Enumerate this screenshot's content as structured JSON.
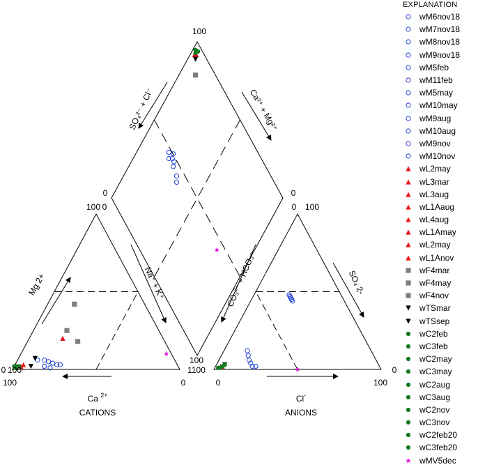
{
  "chart_data": {
    "type": "scatter",
    "subtype": "piper",
    "title": "",
    "legend_title": "EXPLANATION",
    "legend_placement": "right",
    "cation_label": "CATIONS",
    "anion_label": "ANIONS",
    "axis_labels": {
      "ca": "Ca",
      "ca_charge": "2+",
      "mg": "Mg",
      "mg_charge": "2+",
      "na_k": "Na⁺ + K⁺",
      "cl": "Cl",
      "cl_charge": "-",
      "so4": "SO₄",
      "so4_charge": "2-",
      "co3_hco3": "CO₃²⁻ + HCO₃⁻",
      "so4_cl": "SO₄²⁻ + Cl⁻",
      "ca_mg": "Ca²⁺ + Mg²⁺"
    },
    "tick_labels": {
      "cat_left_top": "100",
      "cat_left_bottom": "0",
      "cat_bottom_left": "100",
      "cat_bottom_right": "0",
      "an_left_bottom": "0",
      "an_bottom_right": "100",
      "an_right_top": "100",
      "an_right_bottom": "0",
      "dia_top": "100",
      "dia_left": "0",
      "dia_left_inner": "0",
      "dia_right": "0",
      "dia_bottom": "100",
      "cat_right_mid": "100",
      "an_left_mid": "0",
      "junction": "1100"
    },
    "series": [
      {
        "name": "wM6nov18",
        "marker": "circle",
        "color": "#1f3fd8"
      },
      {
        "name": "wM7nov18",
        "marker": "circle",
        "color": "#1f3fd8"
      },
      {
        "name": "wM8nov18",
        "marker": "circle",
        "color": "#1f3fd8"
      },
      {
        "name": "wM9nov18",
        "marker": "circle",
        "color": "#1f3fd8"
      },
      {
        "name": "wM5feb",
        "marker": "circle",
        "color": "#1f3fd8"
      },
      {
        "name": "wM11feb",
        "marker": "circle",
        "color": "#1f3fd8"
      },
      {
        "name": "wM5may",
        "marker": "circle",
        "color": "#1f3fd8"
      },
      {
        "name": "wM10may",
        "marker": "circle",
        "color": "#1f3fd8"
      },
      {
        "name": "wM9aug",
        "marker": "circle",
        "color": "#1f3fd8"
      },
      {
        "name": "wM10aug",
        "marker": "circle",
        "color": "#1f3fd8"
      },
      {
        "name": "wM9nov",
        "marker": "circle",
        "color": "#1f3fd8"
      },
      {
        "name": "wM10nov",
        "marker": "circle",
        "color": "#1f3fd8"
      },
      {
        "name": "wL2may",
        "marker": "triangle-up",
        "color": "#e8141b"
      },
      {
        "name": "wL3mar",
        "marker": "triangle-up",
        "color": "#e8141b"
      },
      {
        "name": "wL3aug",
        "marker": "triangle-up",
        "color": "#e8141b"
      },
      {
        "name": "wL1Aaug",
        "marker": "triangle-up",
        "color": "#e8141b"
      },
      {
        "name": "wL4aug",
        "marker": "triangle-up",
        "color": "#e8141b"
      },
      {
        "name": "wL1Amay",
        "marker": "triangle-up",
        "color": "#e8141b"
      },
      {
        "name": "wL2may",
        "marker": "triangle-up",
        "color": "#e8141b"
      },
      {
        "name": "wL1Anov",
        "marker": "triangle-up",
        "color": "#e8141b"
      },
      {
        "name": "wF4mar",
        "marker": "square",
        "color": "#7f7f7f"
      },
      {
        "name": "wF4may",
        "marker": "square",
        "color": "#7f7f7f"
      },
      {
        "name": "wF4nov",
        "marker": "square",
        "color": "#7f7f7f"
      },
      {
        "name": "wTSmar",
        "marker": "triangle-down",
        "color": "#000000"
      },
      {
        "name": "wTSsep",
        "marker": "triangle-down",
        "color": "#000000"
      },
      {
        "name": "wC2feb",
        "marker": "dot",
        "color": "#12791f"
      },
      {
        "name": "wC3feb",
        "marker": "dot",
        "color": "#12791f"
      },
      {
        "name": "wC2may",
        "marker": "dot",
        "color": "#12791f"
      },
      {
        "name": "wC3may",
        "marker": "dot",
        "color": "#12791f"
      },
      {
        "name": "wC2aug",
        "marker": "dot",
        "color": "#12791f"
      },
      {
        "name": "wC3aug",
        "marker": "dot",
        "color": "#12791f"
      },
      {
        "name": "wC2nov",
        "marker": "dot",
        "color": "#12791f"
      },
      {
        "name": "wC3nov",
        "marker": "dot",
        "color": "#12791f"
      },
      {
        "name": "wC2feb20",
        "marker": "dot",
        "color": "#12791f"
      },
      {
        "name": "wC3feb20",
        "marker": "dot",
        "color": "#12791f"
      },
      {
        "name": "wMV5dec",
        "marker": "star",
        "color": "#e010e0"
      }
    ],
    "groups": [
      {
        "marker": "circle",
        "color": "#1f3fd8",
        "points": [
          {
            "ca": 78,
            "mg": 6
          },
          {
            "ca": 76,
            "mg": 5
          },
          {
            "ca": 74,
            "mg": 4
          },
          {
            "ca": 72,
            "mg": 3
          },
          {
            "ca": 70,
            "mg": 3
          },
          {
            "ca": 77,
            "mg": 1
          },
          {
            "ca": 80,
            "mg": 2
          },
          {
            "ca": 82,
            "mg": 6
          },
          {
            "cl": 24,
            "so4": 2
          },
          {
            "cl": 22,
            "so4": 2
          },
          {
            "cl": 20,
            "so4": 4
          },
          {
            "cl": 18,
            "so4": 6
          },
          {
            "cl": 16,
            "so4": 9
          },
          {
            "cl": 14,
            "so4": 12
          },
          {
            "cl": 25,
            "so4": 44
          },
          {
            "cl": 24,
            "so4": 45
          },
          {
            "cl": 23,
            "so4": 46
          },
          {
            "cl": 22,
            "so4": 47
          },
          {
            "cl": 21,
            "so4": 48
          },
          {
            "d": [
              78,
              50
            ]
          },
          {
            "d": [
              77,
              48
            ]
          },
          {
            "d": [
              79,
              46
            ]
          },
          {
            "d": [
              81,
              48
            ]
          },
          {
            "d": [
              74,
              46
            ]
          },
          {
            "d": [
              69,
              45
            ]
          },
          {
            "d": [
              67,
              43
            ]
          },
          {
            "d": [
              75,
              48
            ]
          }
        ]
      },
      {
        "marker": "triangle-up",
        "color": "#e8141b",
        "points": [
          {
            "ca": 94,
            "mg": 2
          },
          {
            "ca": 92,
            "mg": 3
          },
          {
            "ca": 60,
            "mg": 20
          },
          {
            "cl": 4,
            "so4": 2
          },
          {
            "cl": 3,
            "so4": 2
          },
          {
            "d": [
              96,
              95
            ]
          },
          {
            "d": [
              97,
              94
            ]
          }
        ]
      },
      {
        "marker": "square",
        "color": "#7f7f7f",
        "points": [
          {
            "ca": 42,
            "mg": 42
          },
          {
            "ca": 55,
            "mg": 25
          },
          {
            "ca": 52,
            "mg": 18
          },
          {
            "d": [
              90,
              88
            ]
          }
        ]
      },
      {
        "marker": "triangle-down",
        "color": "#000000",
        "points": [
          {
            "ca": 83,
            "mg": 7
          },
          {
            "ca": 88,
            "mg": 2
          },
          {
            "cl": 5,
            "so4": 3
          },
          {
            "d": [
              95,
              93
            ]
          }
        ]
      },
      {
        "marker": "dot",
        "color": "#12791f",
        "points": [
          {
            "ca": 98,
            "mg": 1
          },
          {
            "ca": 97,
            "mg": 1
          },
          {
            "ca": 96,
            "mg": 2
          },
          {
            "ca": 95,
            "mg": 2
          },
          {
            "ca": 97,
            "mg": 2
          },
          {
            "ca": 98,
            "mg": 2
          },
          {
            "cl": 3,
            "so4": 1
          },
          {
            "cl": 4,
            "so4": 2
          },
          {
            "cl": 5,
            "so4": 3
          },
          {
            "cl": 2,
            "so4": 1
          },
          {
            "d": [
              97,
              96
            ]
          },
          {
            "d": [
              98,
              96
            ]
          },
          {
            "d": [
              96,
              97
            ]
          },
          {
            "d": [
              97,
              95
            ]
          }
        ]
      },
      {
        "marker": "star",
        "color": "#e010e0",
        "points": [
          {
            "ca": 3,
            "mg": 10
          },
          {
            "cl": 50,
            "so4": 0
          },
          {
            "d": [
              22,
              45
            ]
          }
        ]
      }
    ]
  }
}
